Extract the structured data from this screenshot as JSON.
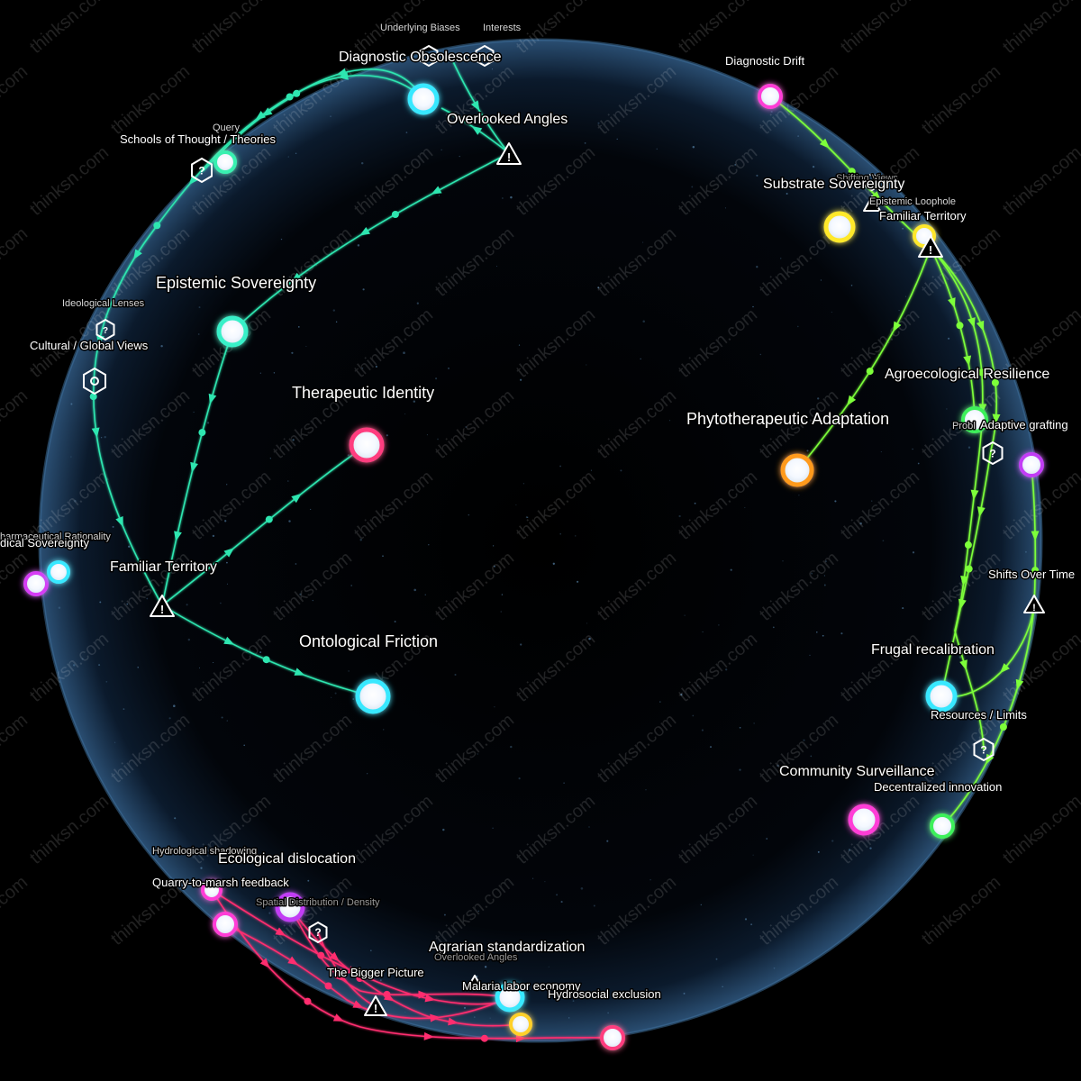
{
  "watermark": "thinksn.com",
  "colors": {
    "background": "#000000",
    "sphere_edge": "#3e6f9a",
    "teal_edge": "#2ee6b0",
    "lime_edge": "#7dff3a",
    "pink_edge": "#ff2d6f"
  },
  "nodes": [
    {
      "id": "therapeutic-identity",
      "label": "Therapeutic Identity",
      "color": "#ff3d7f"
    },
    {
      "id": "diagnostic-obsolescence",
      "label": "Diagnostic Obsolescence",
      "color": "#38e8ff"
    },
    {
      "id": "schools-of-thought",
      "label": "Schools of Thought / Theories",
      "color": "#38f0b0"
    },
    {
      "id": "epistemic-sovereignty",
      "label": "Epistemic Sovereignty",
      "color": "#38f0c8"
    },
    {
      "id": "ontological-friction",
      "label": "Ontological Friction",
      "color": "#38e8ff"
    },
    {
      "id": "medical-sovereignty",
      "label": "dical Sovereignty",
      "color": "#d63cf5"
    },
    {
      "id": "pharmaceutical-rationality",
      "label": "harmaceutical Rationality",
      "color": "#38e8ff"
    },
    {
      "id": "diagnostic-drift",
      "label": "Diagnostic Drift",
      "color": "#ff3dd6"
    },
    {
      "id": "substrate-sovereignty",
      "label": "Substrate Sovereignty",
      "color": "#ffe82a"
    },
    {
      "id": "familiar-territory-right",
      "label": "Familiar Territory",
      "color": "#ffe82a"
    },
    {
      "id": "phytotherapeutic-adaptation",
      "label": "Phytotherapeutic Adaptation",
      "color": "#ff9a1e"
    },
    {
      "id": "agroecological-resilience",
      "label": "Agroecological Resilience",
      "color": "#3df05a"
    },
    {
      "id": "adaptive-grafting",
      "label": "Adaptive grafting",
      "color": "#c23cf5"
    },
    {
      "id": "frugal-recalibration",
      "label": "Frugal recalibration",
      "color": "#38e8ff"
    },
    {
      "id": "community-surveillance",
      "label": "Community Surveillance",
      "color": "#ff3dd6"
    },
    {
      "id": "decentralized-innovation",
      "label": "Decentralized innovation",
      "color": "#3df05a"
    },
    {
      "id": "ecological-dislocation",
      "label": "Ecological dislocation",
      "color": "#c23cf5"
    },
    {
      "id": "quarry-to-marsh",
      "label": "Quarry-to-marsh feedback",
      "color": "#ff3dd6"
    },
    {
      "id": "hydrological-shadowing",
      "label": "Hydrological shadowing",
      "color": "#ff3dd6"
    },
    {
      "id": "agrarian-standardization",
      "label": "Agrarian standardization",
      "color": "#38e8ff"
    },
    {
      "id": "malaria-labor-economy",
      "label": "Malaria labor economy",
      "color": "#ffd02a"
    },
    {
      "id": "hydrosocial-exclusion",
      "label": "Hydrosocial exclusion",
      "color": "#ff3d7f"
    }
  ],
  "markers": [
    {
      "id": "underlying-biases",
      "label": "Underlying Biases",
      "icon": "hexagon"
    },
    {
      "id": "interests",
      "label": "Interests",
      "icon": "hexagon"
    },
    {
      "id": "overlooked-angles-top",
      "label": "Overlooked Angles",
      "icon": "warning"
    },
    {
      "id": "query",
      "label": "Query",
      "icon": "hexagon-question"
    },
    {
      "id": "ideological-lenses",
      "label": "Ideological Lenses",
      "icon": "hexagon"
    },
    {
      "id": "cultural-global-views",
      "label": "Cultural / Global Views",
      "icon": "hexagon"
    },
    {
      "id": "familiar-territory-left",
      "label": "Familiar Territory",
      "icon": "warning"
    },
    {
      "id": "shifting-views",
      "label": "Shifting Views",
      "icon": "hexagon"
    },
    {
      "id": "epistemic-loophole",
      "label": "Epistemic Loophole",
      "icon": "warning"
    },
    {
      "id": "probl",
      "label": "Probl",
      "icon": "hexagon-question"
    },
    {
      "id": "shifts-over-time",
      "label": "Shifts Over Time",
      "icon": "warning"
    },
    {
      "id": "resources-limits",
      "label": "Resources / Limits",
      "icon": "hexagon-question"
    },
    {
      "id": "spatial-distribution",
      "label": "Spatial Distribution / Density",
      "icon": "hexagon-question"
    },
    {
      "id": "the-bigger-picture",
      "label": "The Bigger Picture",
      "icon": "warning"
    },
    {
      "id": "overlooked-angles-bottom",
      "label": "Overlooked Angles",
      "icon": "warning"
    }
  ]
}
